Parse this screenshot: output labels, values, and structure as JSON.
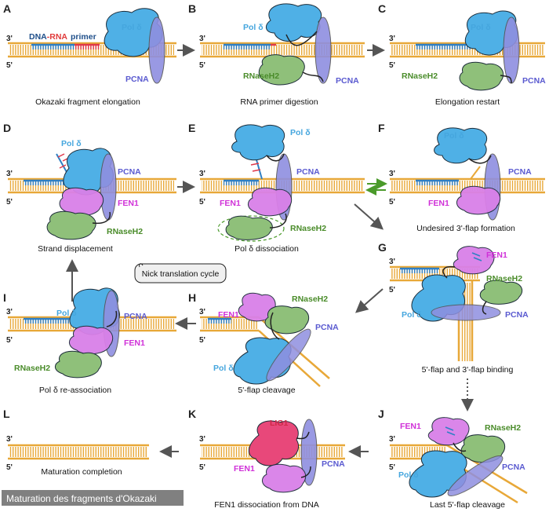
{
  "labels": {
    "pol_delta": "Pol δ",
    "pcna": "PCNA",
    "rnaseh2": "RNaseH2",
    "fen1": "FEN1",
    "lig1": "LIG1",
    "dna": "DNA",
    "dash": "-",
    "rna": "RNA",
    "primer": "primer",
    "three_prime": "3'",
    "five_prime": "5'"
  },
  "panels": {
    "A": {
      "letter": "A",
      "caption": "Okazaki fragment elongation"
    },
    "B": {
      "letter": "B",
      "caption": "RNA primer digestion"
    },
    "C": {
      "letter": "C",
      "caption": "Elongation restart"
    },
    "D": {
      "letter": "D",
      "caption": "Strand displacement"
    },
    "E": {
      "letter": "E",
      "caption": "Pol δ dissociation"
    },
    "F": {
      "letter": "F",
      "caption": "Undesired 3'-flap formation"
    },
    "G": {
      "letter": "G",
      "caption": "5'-flap and 3'-flap binding"
    },
    "H": {
      "letter": "H",
      "caption": "5'-flap cleavage"
    },
    "I": {
      "letter": "I",
      "caption": "Pol δ re-association"
    },
    "J": {
      "letter": "J",
      "caption": "Last 5'-flap cleavage"
    },
    "K": {
      "letter": "K",
      "caption": "FEN1 dissociation from DNA"
    },
    "L": {
      "letter": "L",
      "caption": "Maturation completion"
    }
  },
  "cycle_box": {
    "text": "Nick translation cycle"
  },
  "watermark": {
    "text": "Maturation des fragments d'Okazaki"
  },
  "colors": {
    "dna_strand": "#e8a838",
    "dna_rung": "#e8a838",
    "new_dna": "#2f7fc4",
    "rna_primer": "#e0384a",
    "pol_delta": "#4fb0e6",
    "pcna": "#8f8fe0",
    "rnaseh2": "#8fc07a",
    "fen1": "#d980e8",
    "lig1": "#e8487a",
    "arrow": "#555555",
    "equilibrium_arrow": "#4a9a2a"
  }
}
